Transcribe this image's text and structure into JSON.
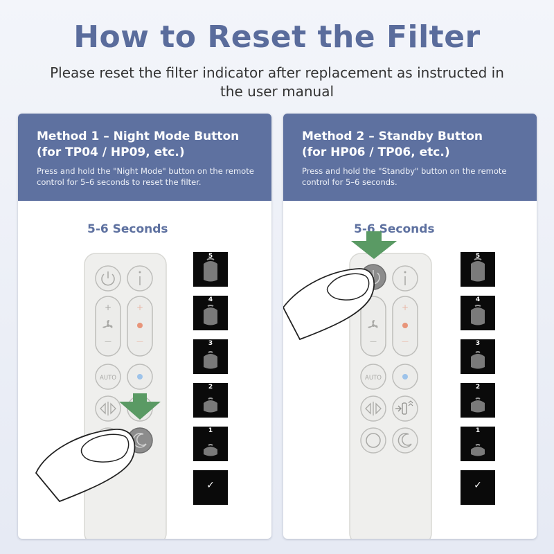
{
  "header": {
    "title": "How to Reset the Filter",
    "subtitle": "Please reset the filter indicator after replacement as instructed in the user manual"
  },
  "methods": [
    {
      "title": "Method 1 – Night Mode Button",
      "models": "(for TP04 / HP09, etc.)",
      "description": "Press and hold the \"Night Mode\" button on the remote control for 5–6 seconds to reset the filter.",
      "hold_time": "5-6 Seconds",
      "pressed_button": "moon-icon"
    },
    {
      "title": "Method 2 – Standby Button",
      "models": "(for HP06 / TP06, etc.)",
      "description": "Press and hold the \"Standby\" button on the remote control for 5–6 seconds.",
      "hold_time": "5-6 Seconds",
      "pressed_button": "power-icon"
    }
  ],
  "countdown": [
    "5",
    "4",
    "3",
    "2",
    "1"
  ],
  "countdown_done": "✓",
  "colors": {
    "brand": "#5e71a0",
    "arrow": "#5a9a64",
    "heat": "#e8957a",
    "cool": "#9dc3ea"
  },
  "remote_buttons": {
    "auto_label": "AUTO",
    "plus": "+",
    "minus": "—"
  }
}
